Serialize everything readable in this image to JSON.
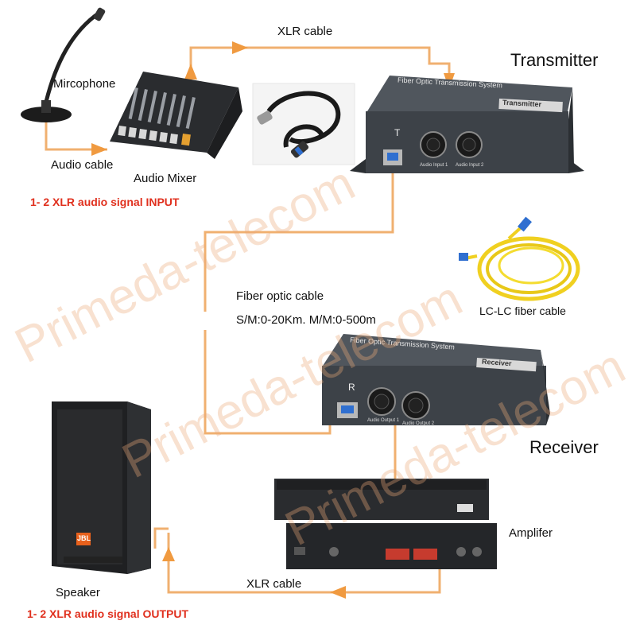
{
  "labels": {
    "microphone": "Mircophone",
    "audio_cable": "Audio cable",
    "audio_mixer": "Audio Mixer",
    "xlr_cable_top": "XLR cable",
    "transmitter": "Transmitter",
    "input_note": "1- 2 XLR audio signal INPUT",
    "fiber_cable": "Fiber optic cable",
    "fiber_spec": "S/M:0-20Km. M/M:0-500m",
    "lc_cable": "LC-LC fiber cable",
    "receiver": "Receiver",
    "amplifier": "Amplifer",
    "xlr_cable_bottom": "XLR cable",
    "speaker": "Speaker",
    "output_note": "1- 2 XLR audio signal OUTPUT"
  },
  "devices": {
    "transmitter_panel": "Fiber Optic Transmission System",
    "transmitter_badge": "Transmitter",
    "transmitter_letter": "T",
    "tx_port1": "Audio Input 1",
    "tx_port2": "Audio Input 2",
    "receiver_panel": "Fiber Optic Transmission System",
    "receiver_badge": "Receiver",
    "receiver_letter": "R",
    "rx_port1": "Audio Output 1",
    "rx_port2": "Audio Output 2",
    "speaker_logo": "JBL"
  },
  "watermark": [
    "Primeda-telecom",
    "Primeda-telecom",
    "Primeda-telecom"
  ],
  "colors": {
    "connector": "#f0b070",
    "arrow": "#f09a40",
    "accent_red": "#e0301e",
    "device_body": "#3d4248"
  }
}
